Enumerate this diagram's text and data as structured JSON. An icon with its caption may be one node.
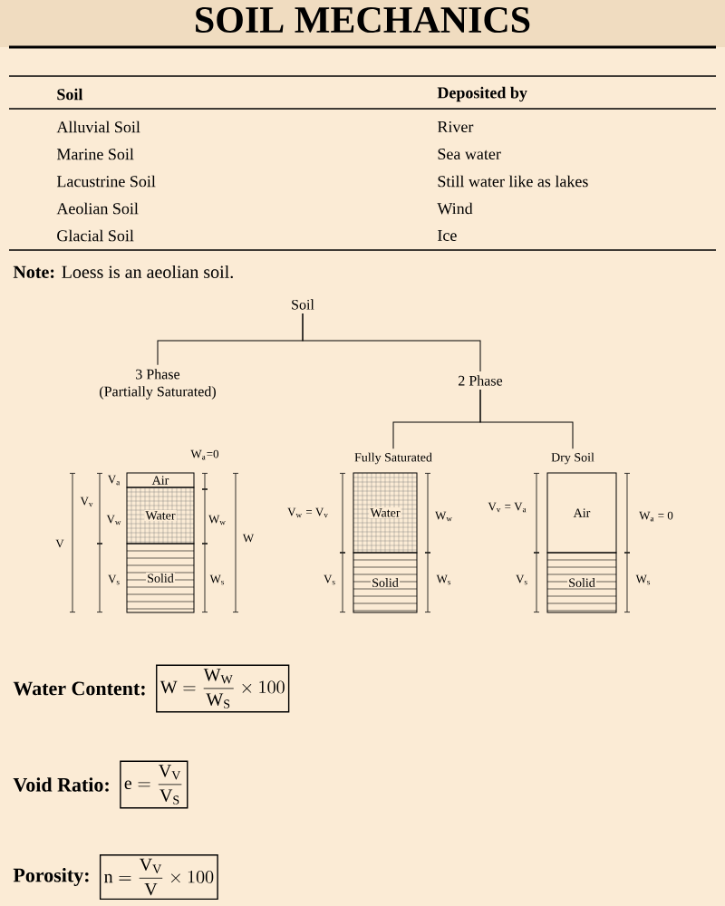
{
  "diagram": {
    "title": "SOIL MECHANICS",
    "nodes": [
      {
        "text": [
          "Soil"
        ]
      },
      {
        "text": [
          "3 Phase",
          "(Partially Saturated)"
        ]
      },
      {
        "text": [
          "2 Phase"
        ]
      },
      {
        "text": [
          "Fully Saturated"
        ]
      },
      {
        "text": [
          "Dry Soil"
        ]
      },
      {
        "text": [
          "Air"
        ]
      },
      {
        "text": [
          "Water"
        ]
      },
      {
        "text": [
          "Solid"
        ]
      },
      {
        "text": [
          "Water"
        ]
      },
      {
        "text": [
          "Solid"
        ]
      },
      {
        "text": [
          "Air"
        ]
      },
      {
        "text": [
          "Solid"
        ]
      },
      {
        "text": [
          "Water Content:",
          "\\mathrm{W} = \\frac{\\mathrm{W_W}}{\\mathrm{W_S}} \\times 100"
        ]
      },
      {
        "text": [
          "Void Ratio:",
          "\\mathrm{e} = \\frac{\\mathrm{V_V}}{\\mathrm{V_S}}"
        ]
      },
      {
        "text": [
          "Porosity:",
          "\\mathrm{n} = \\frac{\\mathrm{V_V}}{\\mathrm{V}} \\times 100"
        ]
      }
    ],
    "edges": [
      {
        "from": 0,
        "to": 1,
        "arrow": "none"
      },
      {
        "from": 0,
        "to": 2,
        "arrow": "none"
      },
      {
        "from": 2,
        "to": 3,
        "arrow": "none"
      },
      {
        "from": 2,
        "to": 4,
        "arrow": "none"
      }
    ],
    "labels": [
      "Soil",
      "Deposited by",
      "Alluvial Soil",
      "River",
      "Marine Soil",
      "Sea water",
      "Lacustrine Soil",
      "Still water like as lakes",
      "Aeolian Soil",
      "Wind",
      "Glacial Soil",
      "Ice",
      "**Note:** Loess is an aeolian soil.",
      "W$_{a}$=0",
      "V",
      "V$_{v}$",
      "V$_{a}$",
      "V$_{w}$",
      "V$_{s}$",
      "W$_{w}$",
      "W",
      "W$_{s}$",
      "V$_{w}$ = V$_{v}$",
      "V$_{s}$",
      "W$_{w}$",
      "W$_{s}$",
      "V$_{v}$ = V$_{a}$",
      "V$_{s}$",
      "W$_{a}$ = 0",
      "W$_{s}$"
    ]
  }
}
